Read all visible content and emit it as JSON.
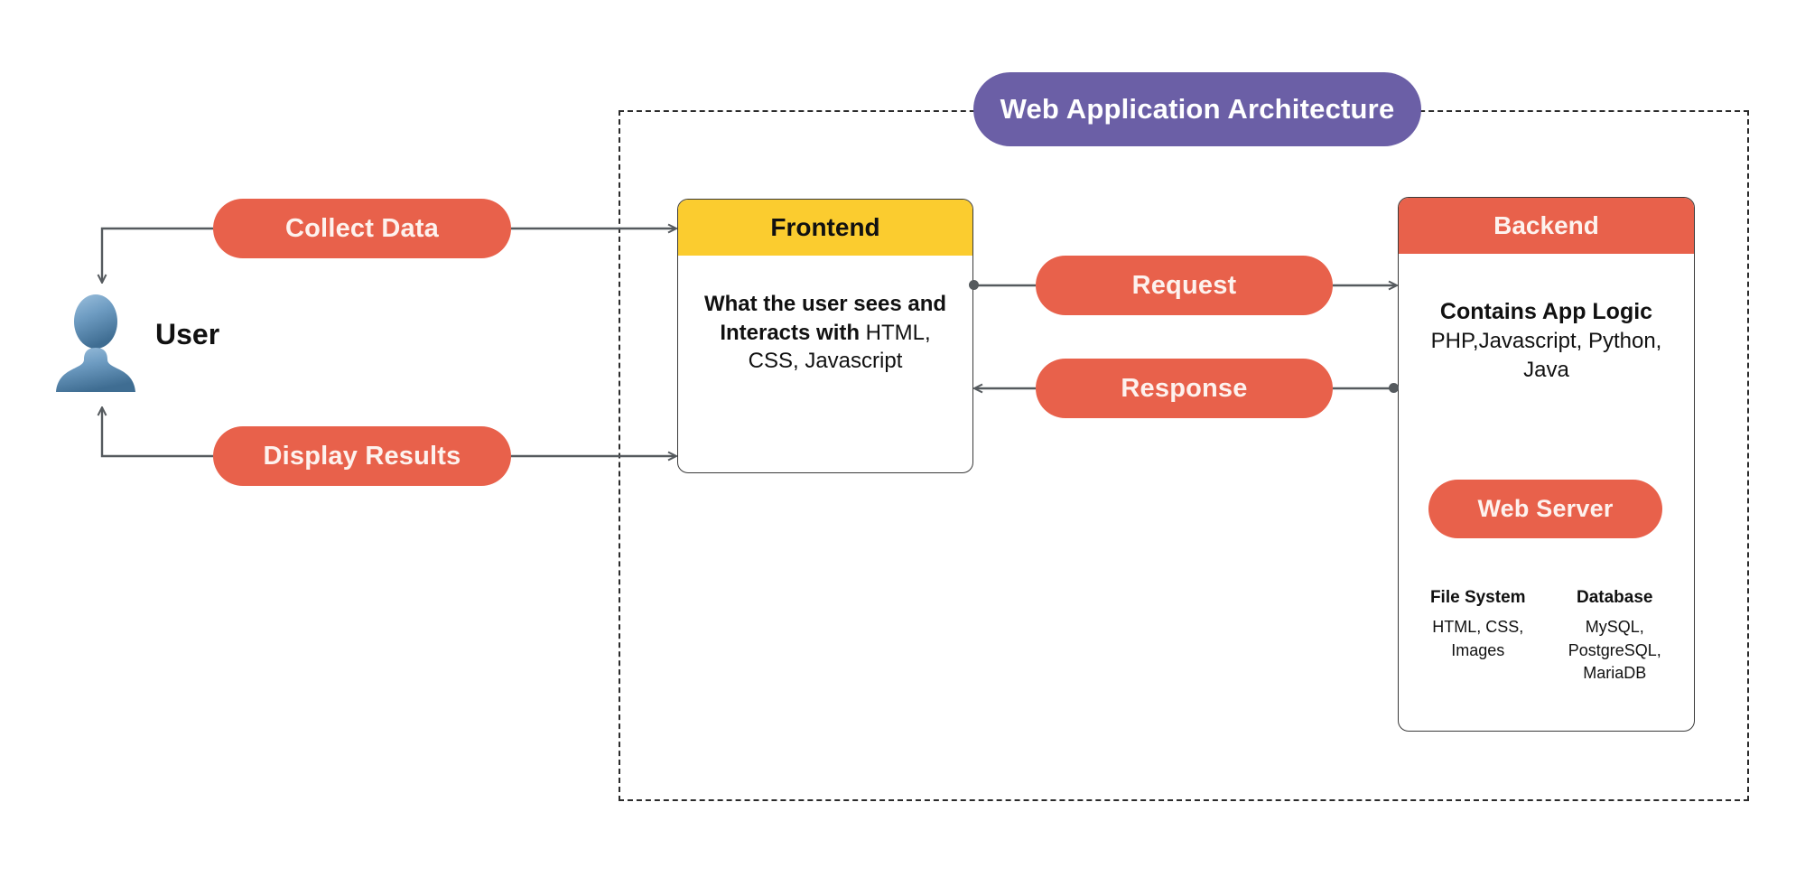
{
  "diagram": {
    "title": "Web Application Architecture",
    "accent_colors": {
      "title_badge": "#6B5FA6",
      "pill_coral": "#E8614B",
      "frontend_header": "#FBCC2F",
      "backend_header": "#E8614B",
      "connector_line": "#555a5e",
      "dashed_border": "#2b2b2b"
    }
  },
  "user": {
    "label": "User",
    "icon": "user-avatar-icon"
  },
  "flows": {
    "collect_data": "Collect Data",
    "display_results": "Display Results",
    "request": "Request",
    "response": "Response"
  },
  "frontend": {
    "title": "Frontend",
    "description_bold": "What the user sees and Interacts with",
    "description_rest": " HTML, CSS, Javascript"
  },
  "backend": {
    "title": "Backend",
    "description_bold": "Contains App Logic",
    "description_rest": "PHP,Javascript, Python, Java",
    "web_server": "Web Server",
    "columns": [
      {
        "title": "File System",
        "items": "HTML, CSS, Images"
      },
      {
        "title": "Database",
        "items": "MySQL, PostgreSQL, MariaDB"
      }
    ]
  }
}
